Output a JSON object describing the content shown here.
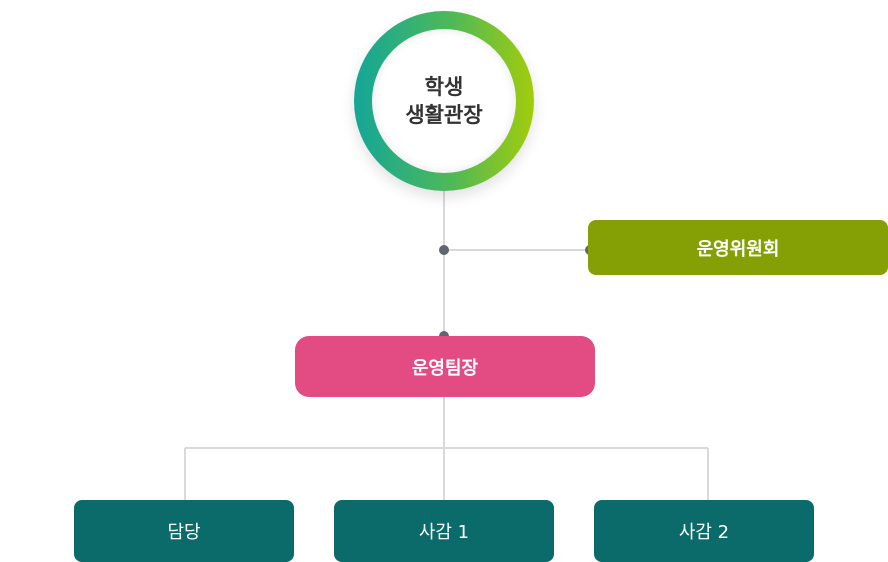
{
  "diagram": {
    "top_node": {
      "line1": "학생",
      "line2": "생활관장"
    },
    "committee": {
      "label": "운영위원회"
    },
    "team_leader": {
      "label": "운영팀장"
    },
    "staff": [
      {
        "label": "담당"
      },
      {
        "label": "사감 1"
      },
      {
        "label": "사감 2"
      }
    ]
  },
  "colors": {
    "ring_start": "#14a698",
    "ring_end": "#a3cc0b",
    "committee": "#84a004",
    "team_leader": "#e34b83",
    "staff": "#0b6b6b",
    "connector": "#d9d9d9",
    "dot": "#5f6670"
  }
}
